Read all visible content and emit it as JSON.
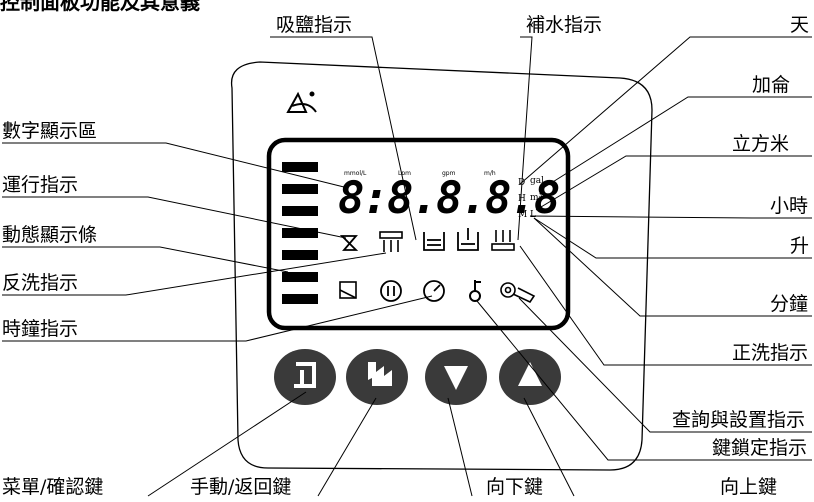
{
  "title": "控制面板功能及其意義",
  "labels": {
    "digital_display": "數字顯示區",
    "running": "運行指示",
    "dynamic_bar": "動態顯示條",
    "backwash": "反洗指示",
    "clock": "時鐘指示",
    "brine_draw": "吸鹽指示",
    "refill": "補水指示",
    "day": "天",
    "gallon": "加侖",
    "cubic_meter": "立方米",
    "hour": "小時",
    "liter": "升",
    "minute": "分鐘",
    "rinse": "正洗指示",
    "query_setup": "查詢與設置指示",
    "key_lock": "鍵鎖定指示",
    "menu_confirm": "菜單/確認鍵",
    "manual_return": "手動/返回鍵",
    "down": "向下鍵",
    "up": "向上鍵"
  },
  "display": {
    "digits": "8:8.8.8.8",
    "unit_mmol": "mmol/L",
    "unit_lpm": "Lpm",
    "unit_gpm": "gpm",
    "unit_mh": "m/h",
    "u_d": "D",
    "u_gal": "gal",
    "u_h": "H",
    "u_m3": "m³",
    "u_m": "M",
    "u_l": "L"
  },
  "icons": [
    "hourglass-icon",
    "backwash-icon",
    "brine-draw-icon",
    "refill-icon",
    "rinse-icon",
    "soften-icon",
    "pause-icon",
    "clock-icon",
    "key-icon",
    "setup-icon"
  ],
  "colors": {
    "button": "#3a3a3a",
    "lcd_border": "#000000"
  }
}
